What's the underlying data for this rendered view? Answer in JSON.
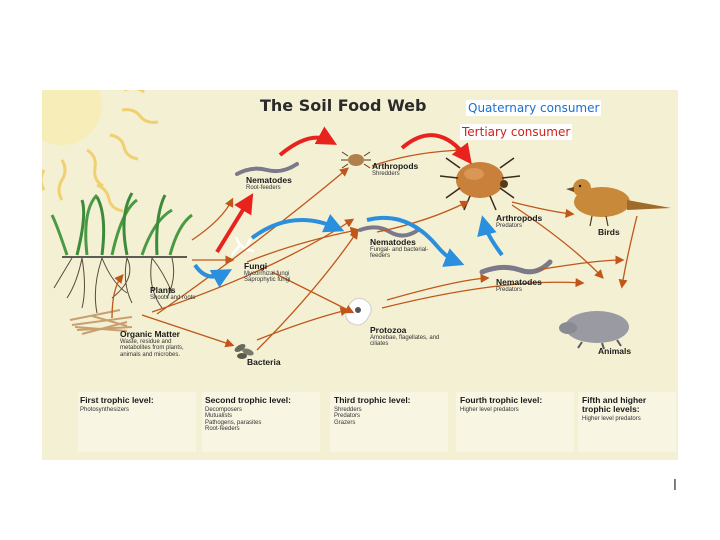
{
  "title": "The Soil Food Web",
  "overlays": {
    "quaternary": "Quaternary consumer",
    "tertiary": "Tertiary consumer"
  },
  "organisms": {
    "plants": {
      "name": "Plants",
      "desc": "Shoots and roots"
    },
    "organic_matter": {
      "name": "Organic Matter",
      "desc": "Waste, residue and metabolites from plants, animals and microbes."
    },
    "bacteria": {
      "name": "Bacteria"
    },
    "fungi": {
      "name": "Fungi",
      "desc": "Mycorrhizal fungi Saprophytic fungi"
    },
    "nematodes_root": {
      "name": "Nematodes",
      "desc": "Root-feeders"
    },
    "arthropods_shred": {
      "name": "Arthropods",
      "desc": "Shredders"
    },
    "nematodes_fungal": {
      "name": "Nematodes",
      "desc": "Fungal- and bacterial-feeders"
    },
    "protozoa": {
      "name": "Protozoa",
      "desc": "Amoebae, flagellates, and ciliates"
    },
    "arthropods_pred": {
      "name": "Arthropods",
      "desc": "Predators"
    },
    "nematodes_pred": {
      "name": "Nematodes",
      "desc": "Predators"
    },
    "birds": {
      "name": "Birds"
    },
    "animals": {
      "name": "Animals"
    }
  },
  "trophic_levels": [
    {
      "title": "First trophic level:",
      "items": "Photosynthesizers"
    },
    {
      "title": "Second trophic level:",
      "items": "Decomposers\nMutualists\nPathogens, parasites\nRoot-feeders"
    },
    {
      "title": "Third trophic level:",
      "items": "Shredders\nPredators\nGrazers"
    },
    {
      "title": "Fourth trophic level:",
      "items": "Higher level predators"
    },
    {
      "title": "Fifth and higher trophic levels:",
      "items": "Higher level predators"
    }
  ],
  "colors": {
    "background": "#f4f0d4",
    "red_arrow": "#e8231e",
    "blue_arrow": "#2b8fe0",
    "food_arrow": "#c0561a",
    "quaternary_text": "#1a6fd0",
    "tertiary_text": "#d0201a"
  },
  "corner_mark": "l"
}
